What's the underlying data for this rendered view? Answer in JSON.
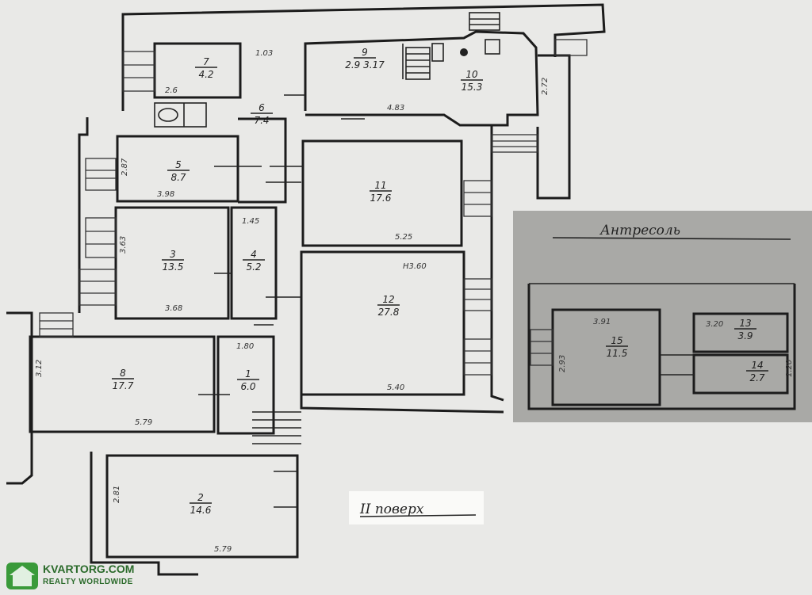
{
  "floor_label": "II поверх",
  "mezzanine_title": "Антресоль",
  "watermark": {
    "name": "KVARTORG.COM",
    "tagline": "REALTY WORLDWIDE"
  },
  "rooms": [
    {
      "id": "1",
      "number": "1",
      "area": "6.0"
    },
    {
      "id": "2",
      "number": "2",
      "area": "14.6"
    },
    {
      "id": "3",
      "number": "3",
      "area": "13.5"
    },
    {
      "id": "4",
      "number": "4",
      "area": "5.2"
    },
    {
      "id": "5",
      "number": "5",
      "area": "8.7"
    },
    {
      "id": "6",
      "number": "6",
      "area": "7.4"
    },
    {
      "id": "7",
      "number": "7",
      "area": "4.2"
    },
    {
      "id": "8",
      "number": "8",
      "area": "17.7"
    },
    {
      "id": "9",
      "number": "9",
      "area": "2.9 3.17"
    },
    {
      "id": "10",
      "number": "10",
      "area": "15.3"
    },
    {
      "id": "11",
      "number": "11",
      "area": "17.6"
    },
    {
      "id": "12",
      "number": "12",
      "area": "27.8"
    },
    {
      "id": "13",
      "number": "13",
      "area": "3.9"
    },
    {
      "id": "14",
      "number": "14",
      "area": "2.7"
    },
    {
      "id": "15",
      "number": "15",
      "area": "11.5"
    }
  ],
  "dimensions": {
    "d1_80": "1.80",
    "d5_79a": "5.79",
    "d5_79b": "5.79",
    "d3_12": "3.12",
    "d2_81": "2.81",
    "d3_68": "3.68",
    "d3_98": "3.98",
    "d2_87": "2.87",
    "d1_45": "1.45",
    "d3_63": "3.63",
    "d1_03": "1.03",
    "d2_6": "2.6",
    "d5_25": "5.25",
    "d5_40": "5.40",
    "dh3_60": "H3.60",
    "d4_83": "4.83",
    "d2_72": "2.72",
    "d3_91": "3.91",
    "d3_20": "3.20",
    "d2_93": "2.93",
    "d1_20": "1.20"
  }
}
